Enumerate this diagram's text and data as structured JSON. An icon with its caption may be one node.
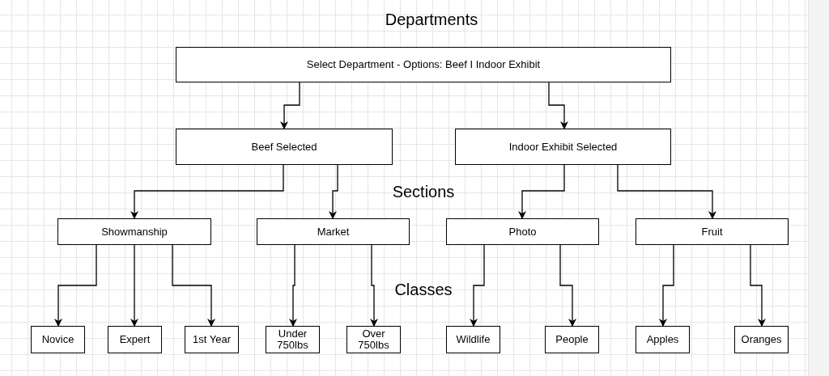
{
  "diagram": {
    "nodes": [
      {
        "text": [
          "Select Department - Options: Beef I Indoor Exhibit"
        ]
      },
      {
        "text": [
          "Beef Selected"
        ]
      },
      {
        "text": [
          "Indoor Exhibit Selected"
        ]
      },
      {
        "text": [
          "Showmanship"
        ]
      },
      {
        "text": [
          "Market"
        ]
      },
      {
        "text": [
          "Photo"
        ]
      },
      {
        "text": [
          "Fruit"
        ]
      },
      {
        "text": [
          "Novice"
        ]
      },
      {
        "text": [
          "Expert"
        ]
      },
      {
        "text": [
          "1st Year"
        ]
      },
      {
        "text": [
          "Under 750lbs"
        ]
      },
      {
        "text": [
          "Over 750lbs"
        ]
      },
      {
        "text": [
          "Wildlife"
        ]
      },
      {
        "text": [
          "People"
        ]
      },
      {
        "text": [
          "Apples"
        ]
      },
      {
        "text": [
          "Oranges"
        ]
      }
    ],
    "edges": [
      {
        "from": 0,
        "to": 1,
        "arrow": "to"
      },
      {
        "from": 0,
        "to": 2,
        "arrow": "to"
      },
      {
        "from": 1,
        "to": 3,
        "arrow": "to"
      },
      {
        "from": 1,
        "to": 4,
        "arrow": "to"
      },
      {
        "from": 2,
        "to": 5,
        "arrow": "to"
      },
      {
        "from": 2,
        "to": 6,
        "arrow": "to"
      },
      {
        "from": 3,
        "to": 7,
        "arrow": "to"
      },
      {
        "from": 3,
        "to": 8,
        "arrow": "to"
      },
      {
        "from": 3,
        "to": 9,
        "arrow": "to"
      },
      {
        "from": 4,
        "to": 10,
        "arrow": "to"
      },
      {
        "from": 4,
        "to": 11,
        "arrow": "to"
      },
      {
        "from": 5,
        "to": 12,
        "arrow": "to"
      },
      {
        "from": 5,
        "to": 13,
        "arrow": "to"
      },
      {
        "from": 6,
        "to": 14,
        "arrow": "to"
      },
      {
        "from": 6,
        "to": 15,
        "arrow": "to"
      }
    ],
    "labels": [
      "Departments",
      "Sections",
      "Classes"
    ]
  }
}
